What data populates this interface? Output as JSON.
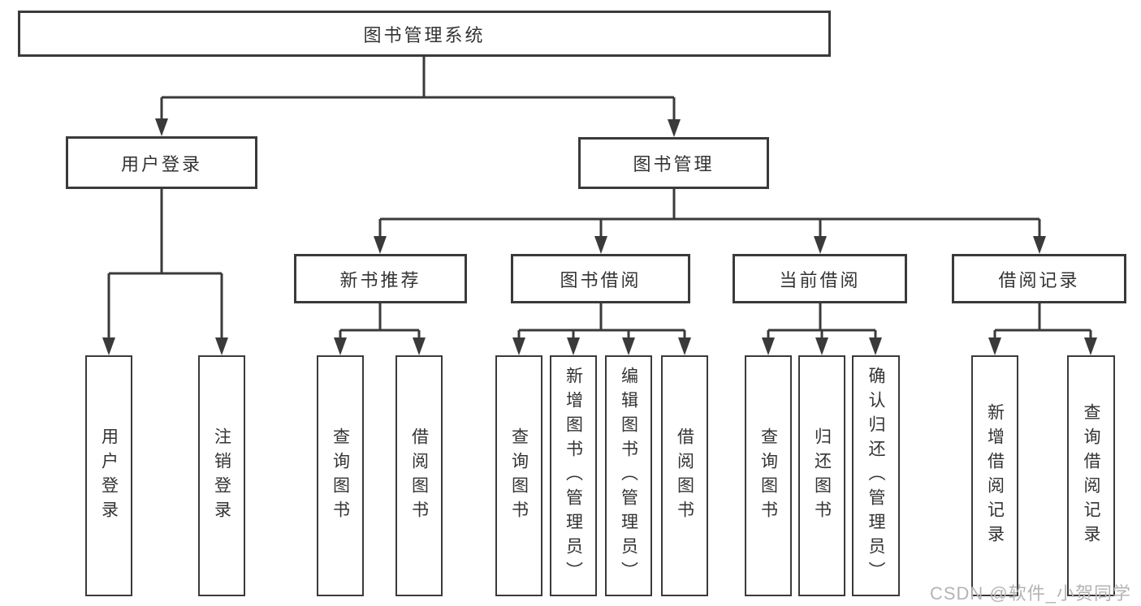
{
  "diagram": {
    "tree": {
      "label": "图书管理系统",
      "children": [
        {
          "label": "用户登录",
          "children": [
            {
              "label": "用户登录"
            },
            {
              "label": "注销登录"
            }
          ]
        },
        {
          "label": "图书管理",
          "children": [
            {
              "label": "新书推荐",
              "children": [
                {
                  "label": "查询图书"
                },
                {
                  "label": "借阅图书"
                }
              ]
            },
            {
              "label": "图书借阅",
              "children": [
                {
                  "label": "查询图书"
                },
                {
                  "label": "新增图书（管理员）"
                },
                {
                  "label": "编辑图书（管理员）"
                },
                {
                  "label": "借阅图书"
                }
              ]
            },
            {
              "label": "当前借阅",
              "children": [
                {
                  "label": "查询图书"
                },
                {
                  "label": "归还图书"
                },
                {
                  "label": "确认归还（管理员）"
                }
              ]
            },
            {
              "label": "借阅记录",
              "children": [
                {
                  "label": "新增借阅记录"
                },
                {
                  "label": "查询借阅记录"
                }
              ]
            }
          ]
        }
      ]
    },
    "colors": {
      "line": "#3a3a3a",
      "text": "#333333",
      "watermark": "#b4b4b4",
      "background": "#ffffff"
    }
  },
  "watermark": "CSDN @软件_小贺同学"
}
